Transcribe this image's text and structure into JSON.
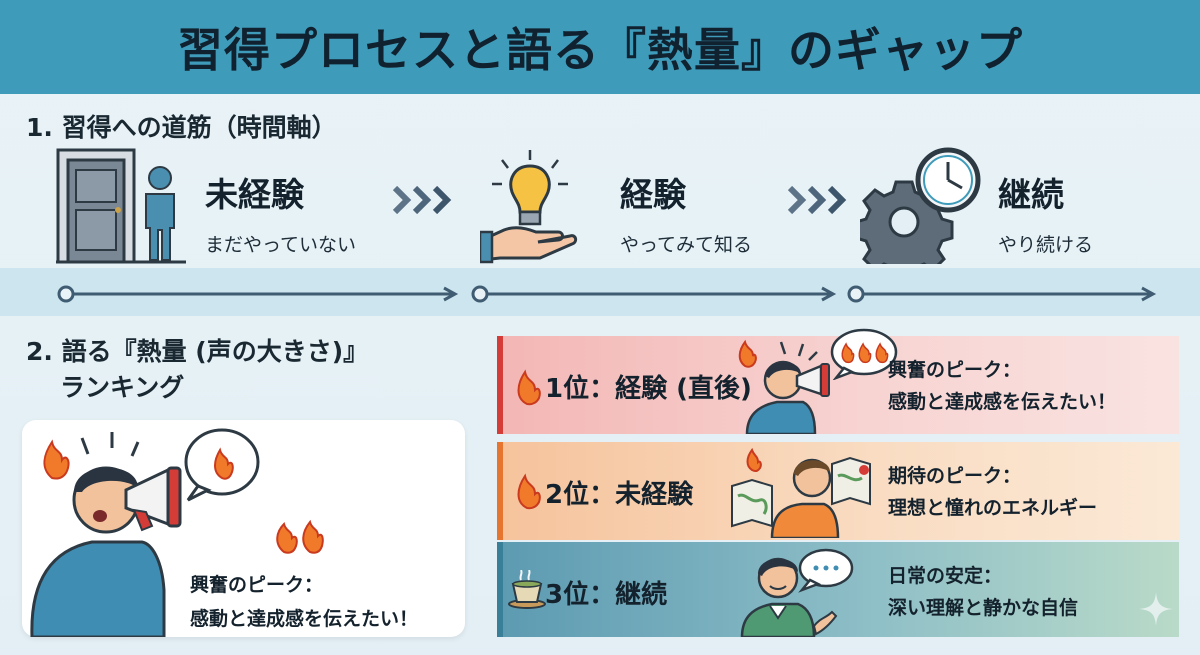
{
  "title": "習得プロセスと語る『熱量』のギャップ",
  "section1": {
    "title": "1. 習得への道筋（時間軸）",
    "stages": [
      {
        "name": "未経験",
        "sub": "まだやっていない",
        "icon": "door-person-icon"
      },
      {
        "name": "経験",
        "sub": "やってみて知る",
        "icon": "lightbulb-hand-icon"
      },
      {
        "name": "継続",
        "sub": "やり続ける",
        "icon": "gear-clock-icon"
      }
    ]
  },
  "section2": {
    "title_line1": "2. 語る『熱量 (声の大きさ)』",
    "title_line2": "ランキング",
    "card": {
      "line1": "興奮のピーク：",
      "line2": "感動と達成感を伝えたい！"
    },
    "ranks": [
      {
        "label": "1位：経験 (直後)",
        "desc1": "興奮のピーク：",
        "desc2": "感動と達成感を伝えたい！",
        "color": "#d33c37"
      },
      {
        "label": "2位：未経験",
        "desc1": "期待のピーク：",
        "desc2": "理想と憧れのエネルギー",
        "color": "#e6752f"
      },
      {
        "label": "3位：継続",
        "desc1": "日常の安定：",
        "desc2": "深い理解と静かな自信",
        "color": "#3a7f98"
      }
    ]
  },
  "colors": {
    "header": "#3f9bba",
    "band": "#cde5ee",
    "arrow": "#3f5c72"
  }
}
